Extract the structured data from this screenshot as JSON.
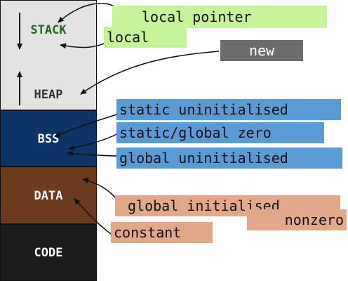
{
  "segments": {
    "stack": "STACK",
    "heap": "HEAP",
    "bss": "BSS",
    "data": "DATA",
    "code": "CODE"
  },
  "tags": {
    "local_pointer": "local pointer",
    "local": "local",
    "new": "new",
    "static_uninitialised": "static uninitialised",
    "static_global_zero": "static/global zero",
    "global_uninitialised": "global uninitialised",
    "global_initialised": "global initialised",
    "nonzero": "nonzero",
    "constant": "constant"
  },
  "colors": {
    "stack_heap_fill": "#e3e3e3",
    "bss_fill": "#0d3466",
    "data_fill": "#6b3a1f",
    "code_fill": "#1c1c1c",
    "stack_text": "#1e6b1e",
    "green_tag": "#c6f29a",
    "grey_tag": "#6d6d6d",
    "blue_tag": "#5b9bd5",
    "peach_tag": "#e1a98a"
  }
}
